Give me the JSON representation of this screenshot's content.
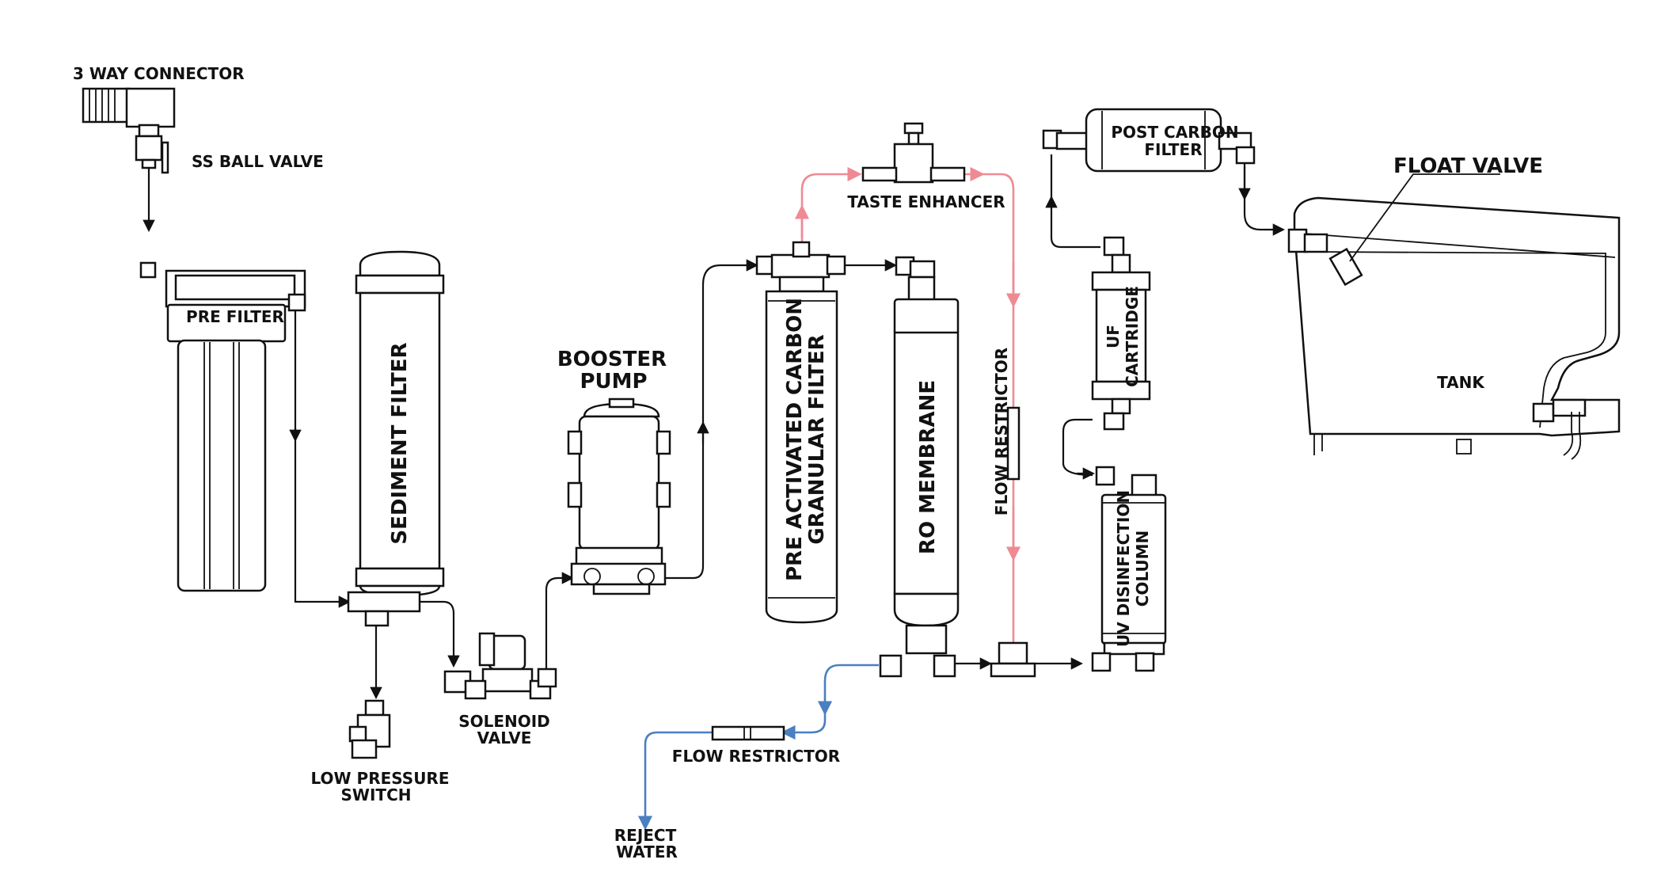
{
  "labels": {
    "three_way_connector": "3 WAY CONNECTOR",
    "ss_ball_valve": "SS BALL VALVE",
    "pre_filter": "PRE FILTER",
    "sediment_filter": "SEDIMENT FILTER",
    "low_pressure_switch_1": "LOW PRESSURE",
    "low_pressure_switch_2": "SWITCH",
    "solenoid_valve_1": "SOLENOID",
    "solenoid_valve_2": "VALVE",
    "booster_pump_1": "BOOSTER",
    "booster_pump_2": "PUMP",
    "carbon_filter_1": "PRE ACTIVATED CARBON",
    "carbon_filter_2": "GRANULAR FILTER",
    "ro_membrane": "RO MEMBRANE",
    "taste_enhancer": "TASTE ENHANCER",
    "flow_restrictor_vertical": "FLOW RESTRICTOR",
    "flow_restrictor_reject": "FLOW RESTRICTOR",
    "reject_water_1": "REJECT",
    "reject_water_2": "WATER",
    "post_carbon_filter_1": "POST CARBON",
    "post_carbon_filter_2": "FILTER",
    "float_valve": "FLOAT VALVE",
    "uf_cartridge_1": "UF",
    "uf_cartridge_2": "CARTRIDGE",
    "uv_column_1": "UV DISINFECTION",
    "uv_column_2": "COLUMN",
    "tank": "TANK"
  },
  "colors": {
    "line": "#111111",
    "product_water_line": "#ef8a94",
    "reject_water_line": "#4a7fc1"
  }
}
